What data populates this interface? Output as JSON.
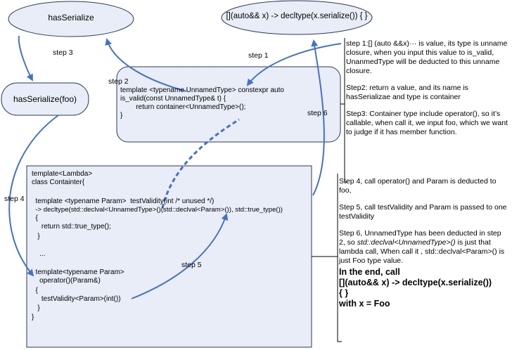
{
  "nodes": {
    "has_serialize": "hasSerialize",
    "lambda": "[](auto&& x) -> decltype(x.serialize()) { }",
    "has_serialize_foo": "hasSerialize(foo)"
  },
  "is_valid_code": [
    "template <typename UnnamedType> constexpr auto",
    "is_valid(const UnnamedType& t) {",
    "        return container<UnnamedType>();",
    "}"
  ],
  "container_code": {
    "header": [
      "template<Lambda>",
      "class Containter{"
    ],
    "test_validity": [
      "  template <typename Param>  testValidity(int /* unused */)",
      "  -> decltype(std::declval<UnnamedType>()(std::declval<Param>()), std::true_type())",
      "  {",
      "     return std::true_type();",
      "   }"
    ],
    "ellipsis": "    ...",
    "operator_block": [
      "  template<typename Param>",
      "    operator()(Param&)",
      "  {",
      "     testValidity<Param>(int())",
      "   }",
      "}"
    ]
  },
  "steps": {
    "step1": "step 1",
    "step2": "step 2",
    "step3": "step 3",
    "step4": "step 4",
    "step5": "step 5",
    "step6": "step 6"
  },
  "note_top": {
    "p1": "step 1:[] (auto &&x)··· is value, its type is unname closure, when you input this value to is_valid, UnanmedType will be deducted to this unname closure.",
    "p2": "Step2: return a value, and its name is hasSerializae and type is container",
    "p3": "Step3: Container type include operator(), so it’s callable, when call it, we input foo, which we want to judge if it has member function."
  },
  "note_bottom": {
    "p4": "Step 4, call operator() and Param is deducted to foo,",
    "p5": "Step 5, call testValidity and Param is passed to one testValidity",
    "p6_a": "Step 6, UnnamedType has been deducted in step 2, so",
    "p6_italic": "std::declval<UnnamedType>()",
    "p6_b": " is just that lambda call, When call it , std::declval<Param>() is just Foo type value.",
    "final_1": "In the end, call",
    "final_2": "[](auto&& x) -> decltype(x.serialize())",
    "final_3": "{ }",
    "final_4": "with x = Foo"
  },
  "colors": {
    "shape_fill": "#e8edf7",
    "shape_stroke": "#2b3a55",
    "arrow": "#4472c4"
  }
}
